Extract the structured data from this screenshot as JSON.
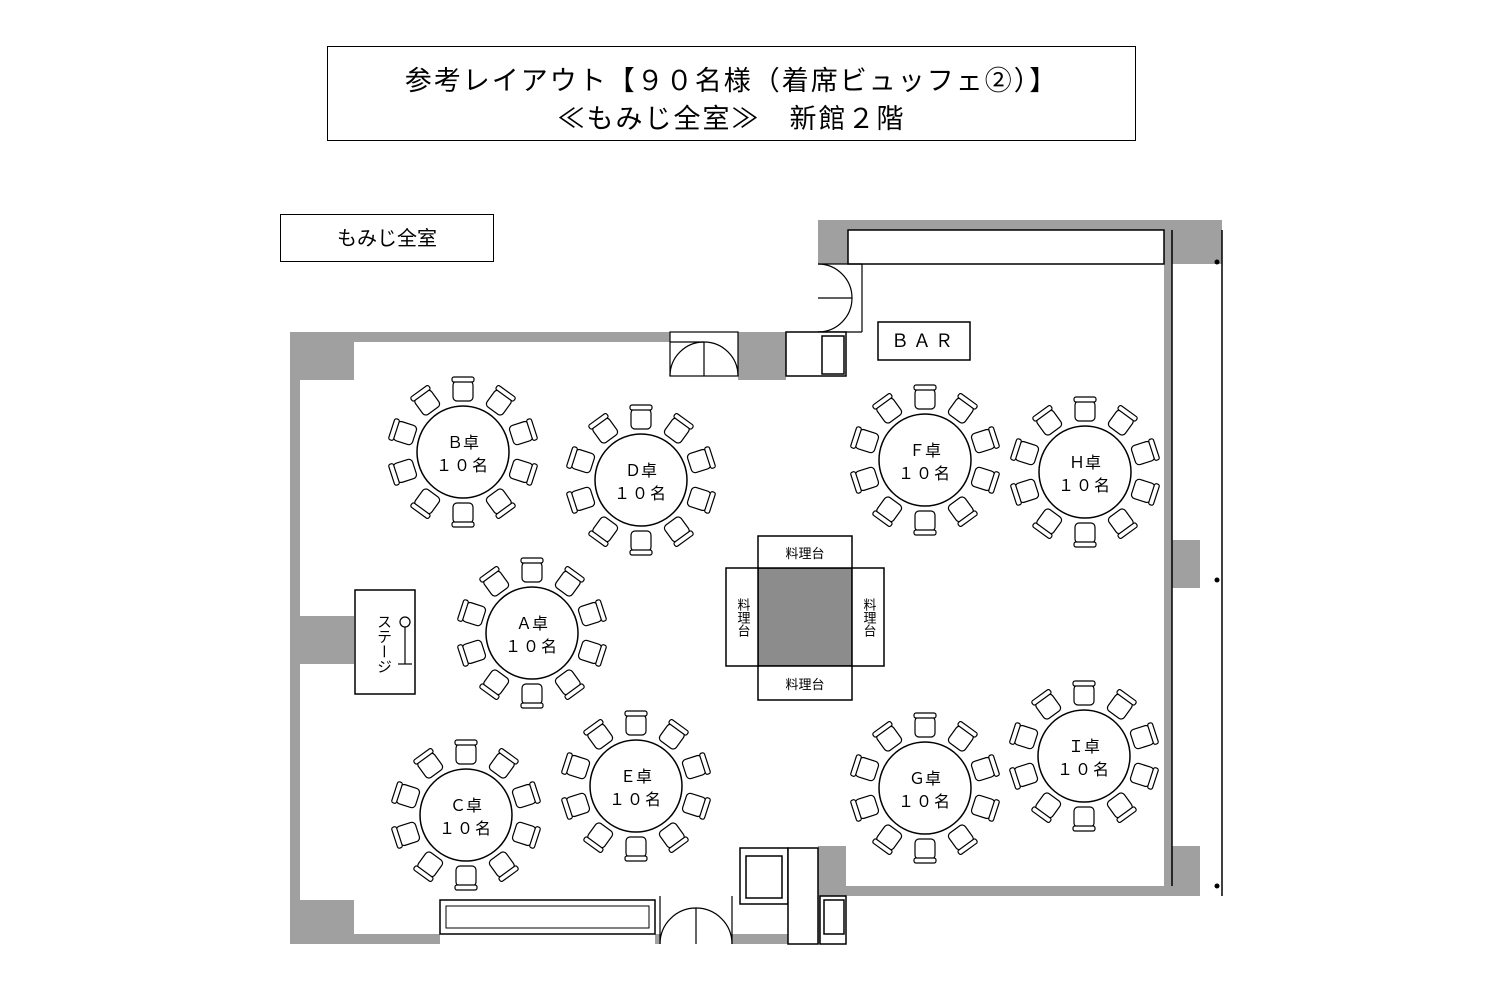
{
  "title": {
    "line1": "参考レイアウト【９０名様（着席ビュッフェ②）】",
    "line2": "≪もみじ全室≫　新館２階"
  },
  "room_label": "もみじ全室",
  "bar_label": "ＢＡＲ",
  "stage_label": "ステージ",
  "buffet_label": "料理台",
  "seats_per_table": 10,
  "tables": [
    {
      "id": "B",
      "name": "Ｂ卓",
      "guests": "１０名"
    },
    {
      "id": "D",
      "name": "Ｄ卓",
      "guests": "１０名"
    },
    {
      "id": "F",
      "name": "Ｆ卓",
      "guests": "１０名"
    },
    {
      "id": "H",
      "name": "Ｈ卓",
      "guests": "１０名"
    },
    {
      "id": "A",
      "name": "Ａ卓",
      "guests": "１０名"
    },
    {
      "id": "C",
      "name": "Ｃ卓",
      "guests": "１０名"
    },
    {
      "id": "E",
      "name": "Ｅ卓",
      "guests": "１０名"
    },
    {
      "id": "G",
      "name": "Ｇ卓",
      "guests": "１０名"
    },
    {
      "id": "I",
      "name": "Ｉ卓",
      "guests": "１０名"
    }
  ],
  "colors": {
    "wall": "#a0a0a0",
    "buffet_center": "#8c8c8c",
    "line": "#000000"
  }
}
